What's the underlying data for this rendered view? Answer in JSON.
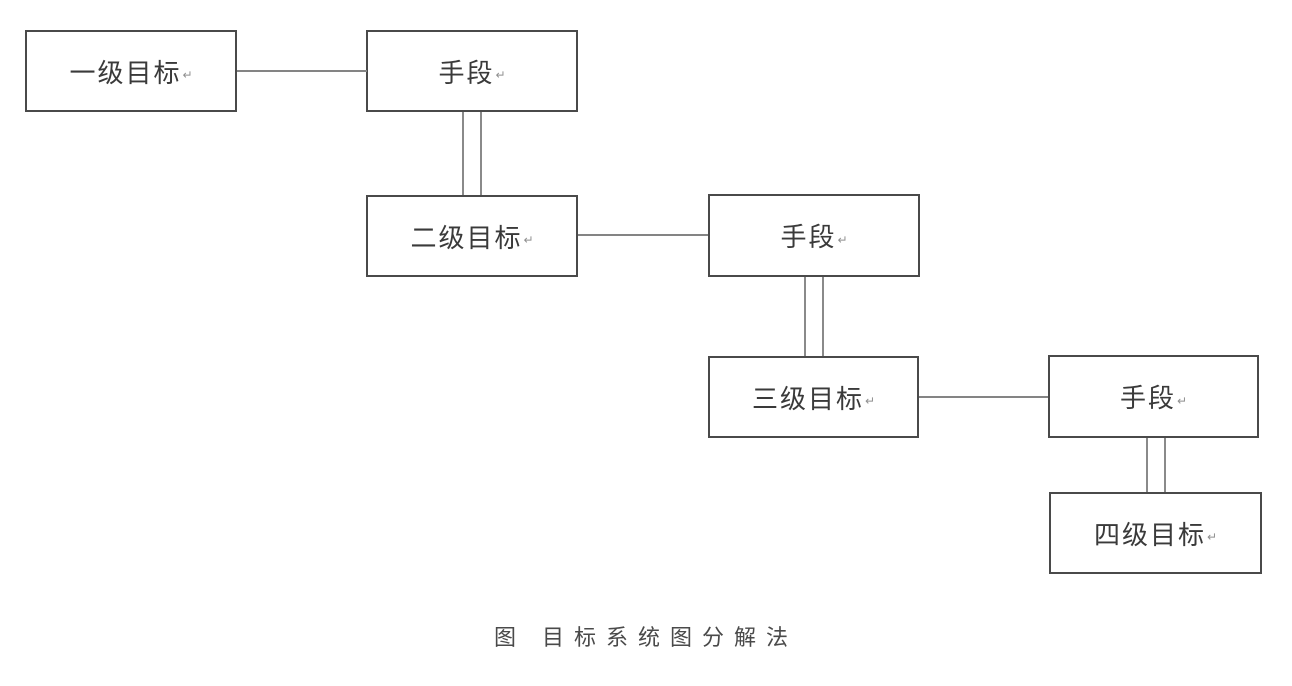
{
  "diagram": {
    "paragraph_mark": "↵",
    "nodes": [
      {
        "id": "level1-goal",
        "label": "一级目标"
      },
      {
        "id": "means-1",
        "label": "手段"
      },
      {
        "id": "level2-goal",
        "label": "二级目标"
      },
      {
        "id": "means-2",
        "label": "手段"
      },
      {
        "id": "level3-goal",
        "label": "三级目标"
      },
      {
        "id": "means-3",
        "label": "手段"
      },
      {
        "id": "level4-goal",
        "label": "四级目标"
      }
    ],
    "edges": [
      {
        "from": "level1-goal",
        "to": "means-1",
        "style": "single-horizontal"
      },
      {
        "from": "means-1",
        "to": "level2-goal",
        "style": "double-vertical"
      },
      {
        "from": "level2-goal",
        "to": "means-2",
        "style": "single-horizontal"
      },
      {
        "from": "means-2",
        "to": "level3-goal",
        "style": "double-vertical"
      },
      {
        "from": "level3-goal",
        "to": "means-3",
        "style": "single-horizontal"
      },
      {
        "from": "means-3",
        "to": "level4-goal",
        "style": "double-vertical"
      }
    ],
    "caption": {
      "prefix": "图",
      "title": "目标系统图分解法"
    },
    "colors": {
      "background": "#ffffff",
      "box_border": "#4a4a4a",
      "connector": "#848484",
      "text": "#3a3a3a"
    }
  }
}
